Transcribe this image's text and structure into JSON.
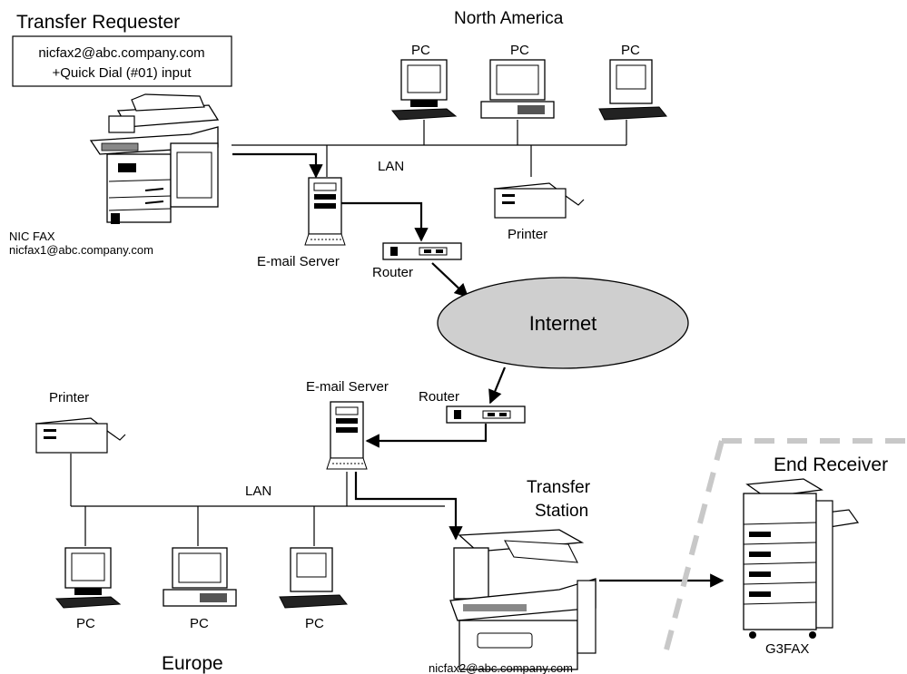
{
  "regions": {
    "north_america": "North America",
    "europe": "Europe"
  },
  "requester": {
    "title": "Transfer Requester",
    "box_line1": "nicfax2@abc.company.com",
    "box_line2": "+Quick Dial (#01) input",
    "device_label": "NIC FAX",
    "device_email": "nicfax1@abc.company.com"
  },
  "north_america": {
    "lan_label": "LAN",
    "pc_labels": [
      "PC",
      "PC",
      "PC"
    ],
    "printer_label": "Printer",
    "email_server_label": "E-mail Server",
    "router_label": "Router"
  },
  "internet": {
    "label": "Internet",
    "fill_color": "#cfcfcf"
  },
  "europe": {
    "printer_label": "Printer",
    "email_server_label": "E-mail Server",
    "router_label": "Router",
    "lan_label": "LAN",
    "pc_labels": [
      "PC",
      "PC",
      "PC"
    ]
  },
  "transfer_station": {
    "title_line1": "Transfer",
    "title_line2": "Station",
    "email": "nicfax2@abc.company.com"
  },
  "end_receiver": {
    "title": "End Receiver",
    "device_label": "G3FAX",
    "divider_color": "#c8c8c8"
  },
  "icons": [
    "multifunction-copier-icon",
    "pc-icon",
    "printer-icon",
    "server-icon",
    "router-icon",
    "fax-machine-icon",
    "cloud-icon"
  ]
}
